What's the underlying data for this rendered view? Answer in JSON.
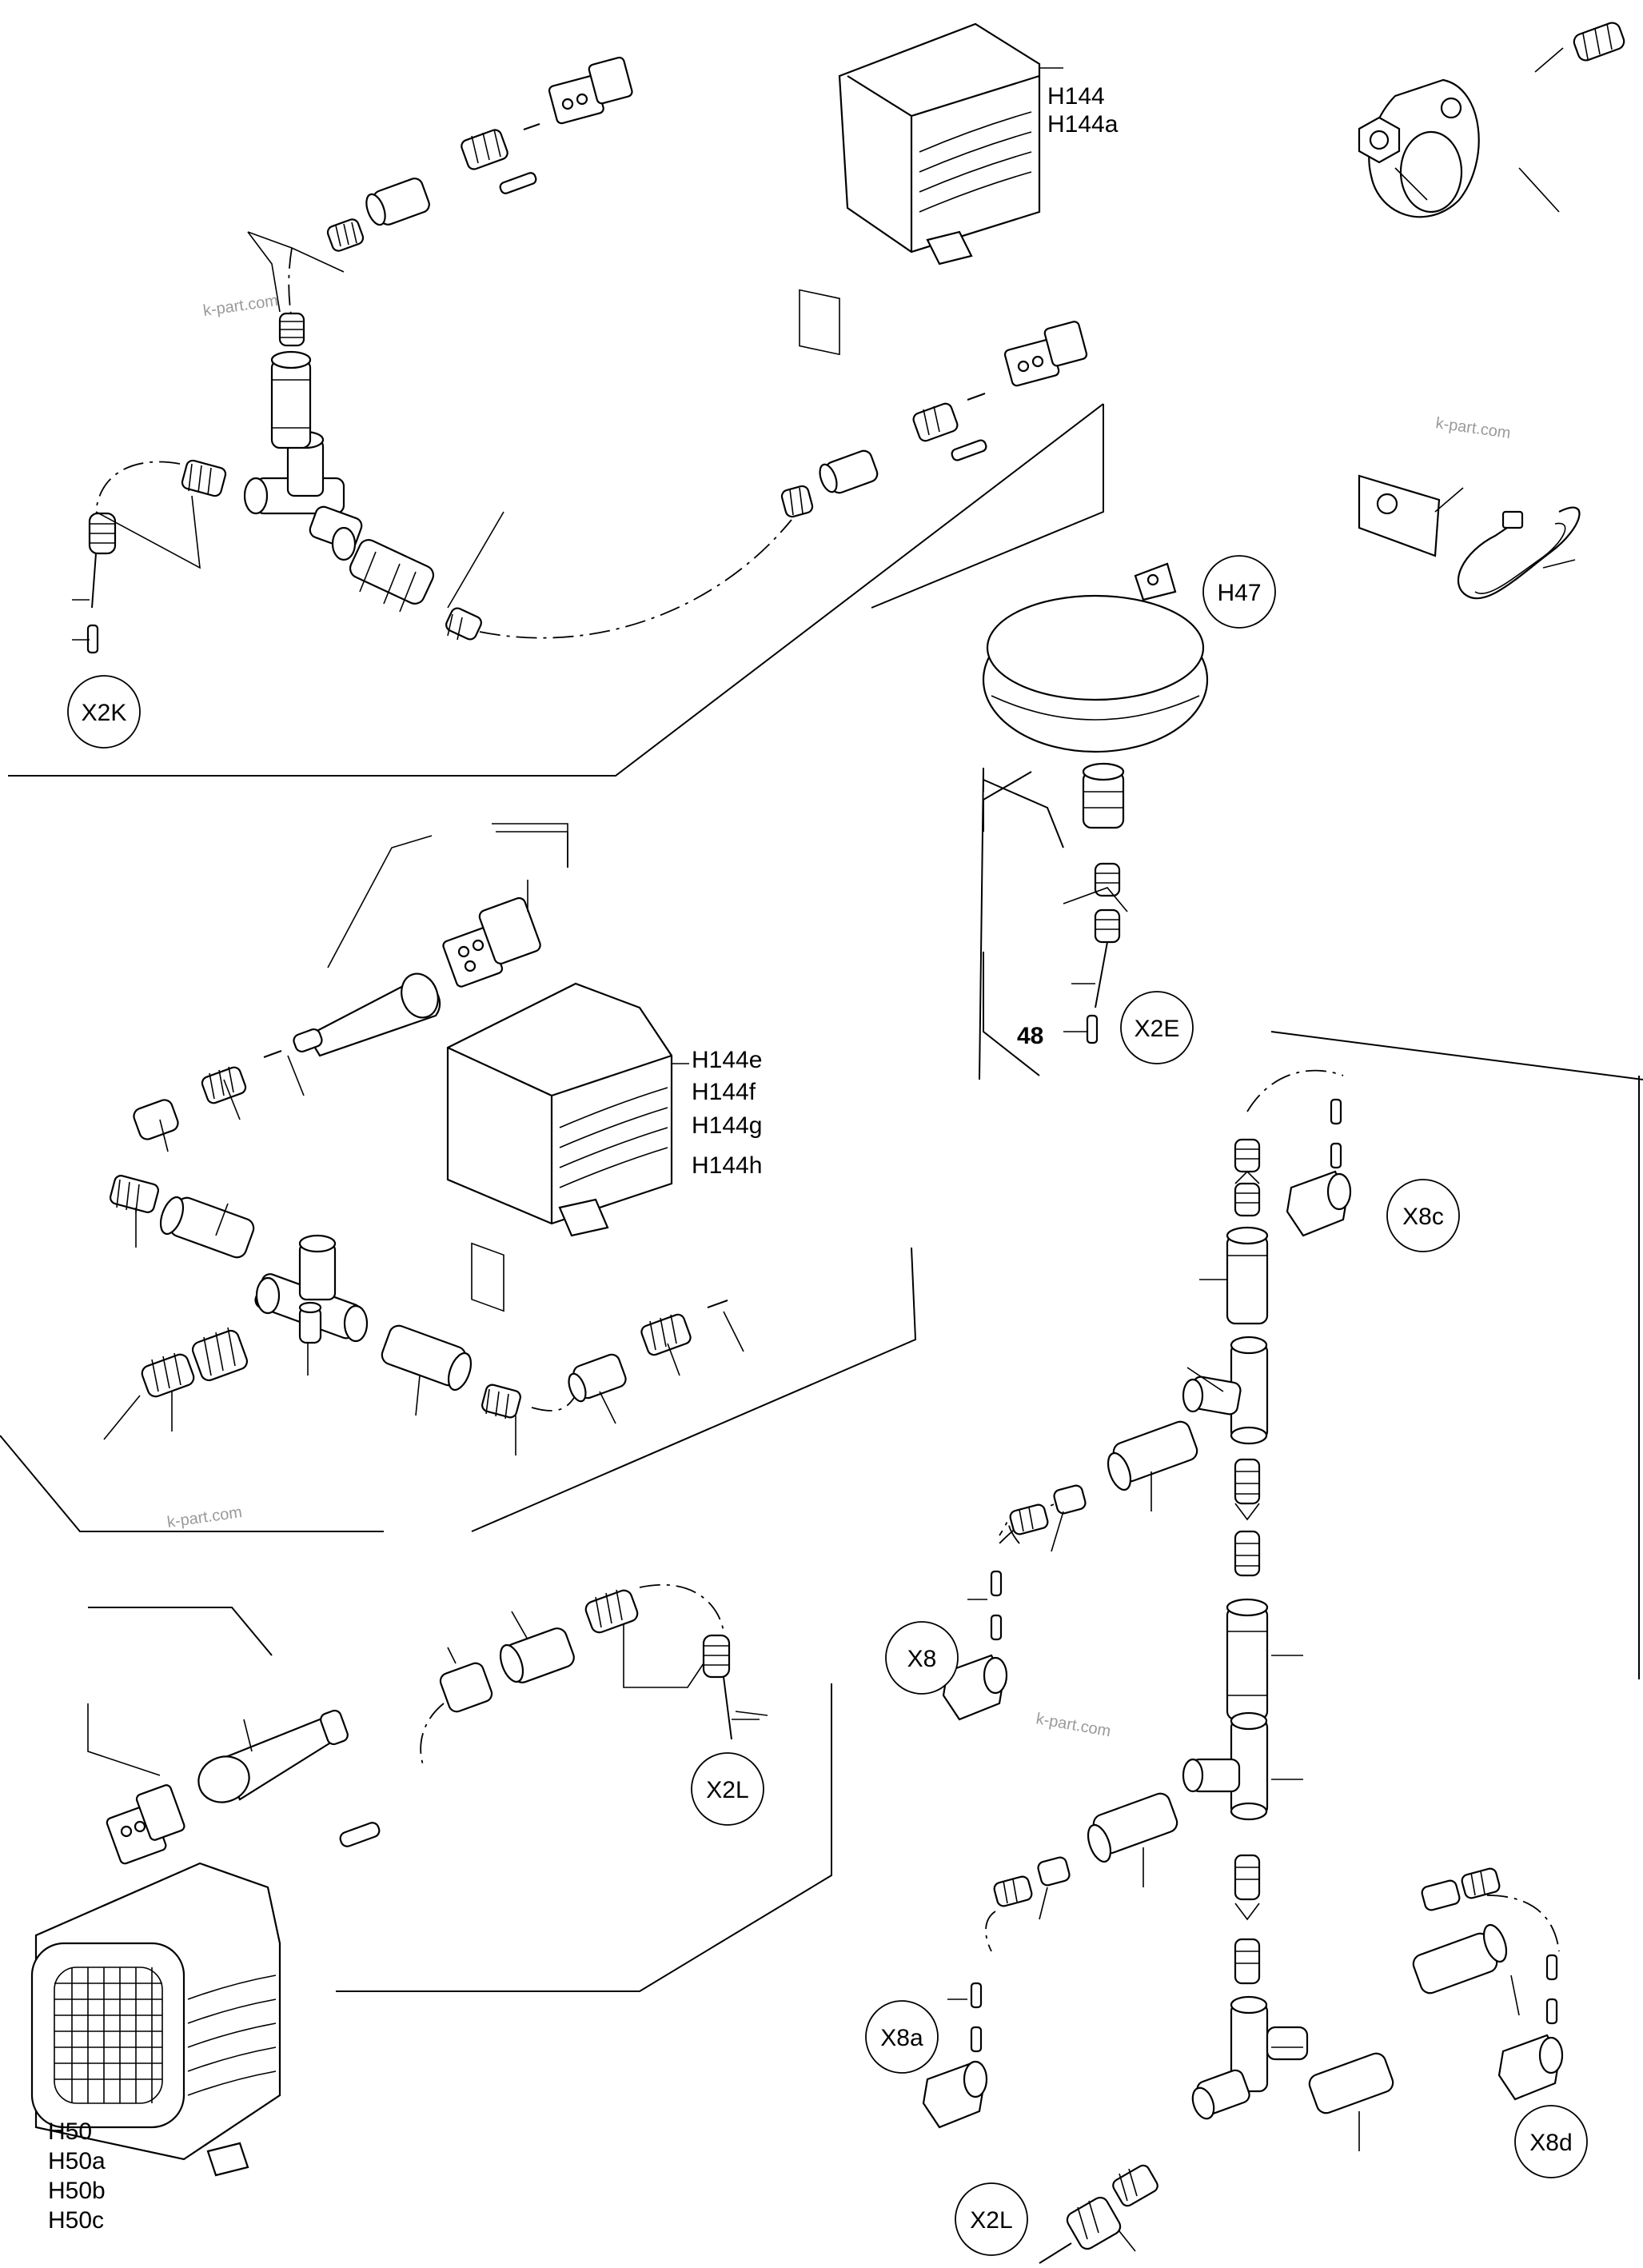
{
  "callouts": {
    "x2k": "X2K",
    "x2e": "X2E",
    "x2l_top": "X2L",
    "x2l_bottom": "X2L",
    "h47": "H47",
    "x8": "X8",
    "x8a": "X8a",
    "x8c": "X8c",
    "x8d": "X8d"
  },
  "labels": {
    "h144": "H144",
    "h144a": "H144a",
    "h144e": "H144e",
    "h144f": "H144f",
    "h144g": "H144g",
    "h144h": "H144h",
    "h50": "H50",
    "h50a": "H50a",
    "h50b": "H50b",
    "h50c": "H50c",
    "num48": "48"
  },
  "watermarks": {
    "wm1": "k-part.com",
    "wm2": "k-part.com",
    "wm3": "k-part.com",
    "wm4": "k-part.com"
  }
}
